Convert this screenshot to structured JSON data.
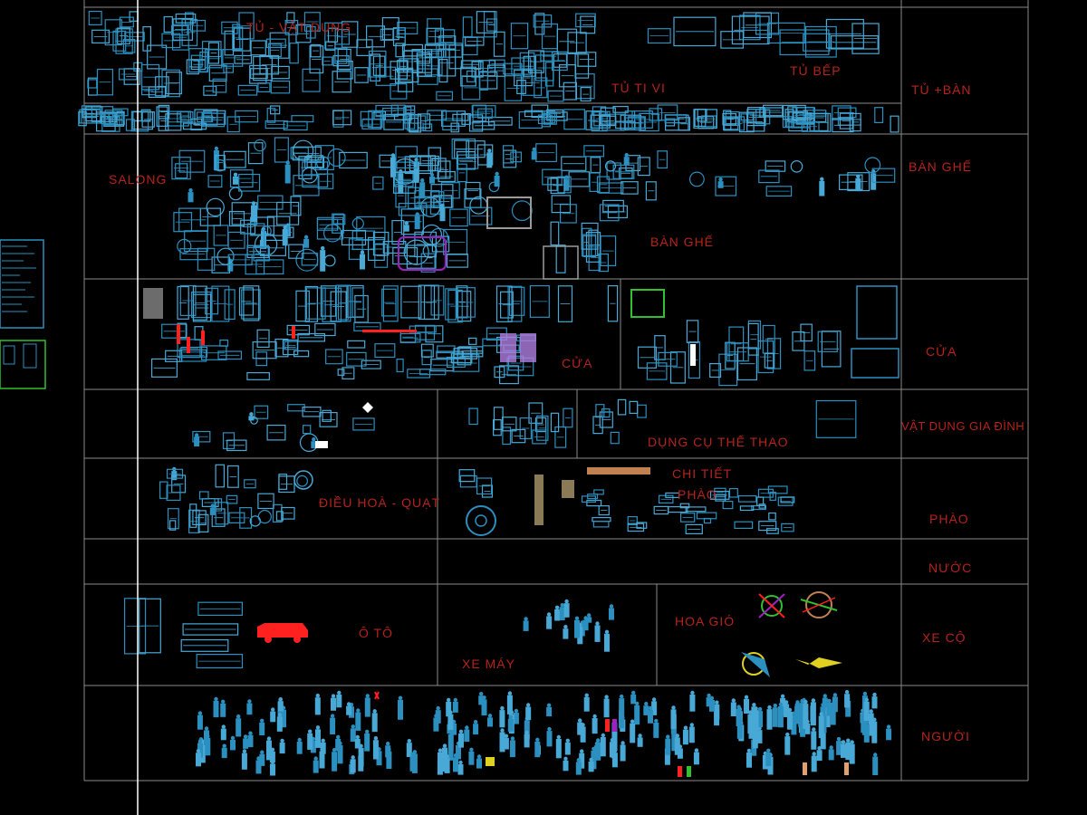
{
  "drawing": {
    "colors": {
      "background": "#000000",
      "grid_line": "#8a8a8a",
      "block": "#2b8fbf",
      "block_light": "#49a9d6",
      "label": "#b5231c",
      "crosshair": "#ffffff",
      "magenta": "#a020c0",
      "green": "#30c030",
      "yellow": "#e0d020",
      "red": "#ff2020",
      "gray": "#9a9a9a"
    },
    "sections": {
      "tu_vat_dung": "TỦ - VẬT DỤNG",
      "tu_ti_vi": "TỦ TI VI",
      "tu_bep": "TỦ BẾP",
      "salong": "SALONG",
      "ban_ghe_inner": "BÀN GHẾ",
      "cua_inner": "CỬA",
      "dung_cu_the_thao": "DỤNG CỤ THỂ THAO",
      "dieu_hoa_quat": "ĐIỀU HOÀ - QUẠT",
      "chi_tiet": "CHI TIẾT",
      "phao_inner": "PHÀO",
      "o_to": "Ô TÔ",
      "xe_may": "XE MÁY",
      "hoa_gio": "HOA GIÓ"
    },
    "categories": {
      "tu_ban": "TỦ +BÀN",
      "ban_ghe": "BÀN GHẾ",
      "cua": "CỬA",
      "vat_dung_gia_dinh": "VẬT DỤNG GIA ĐÌNH",
      "phao": "PHÀO",
      "nuoc": "NƯỚC",
      "xe_co": "XE CỘ",
      "nguoi": "NGƯỜI"
    }
  }
}
